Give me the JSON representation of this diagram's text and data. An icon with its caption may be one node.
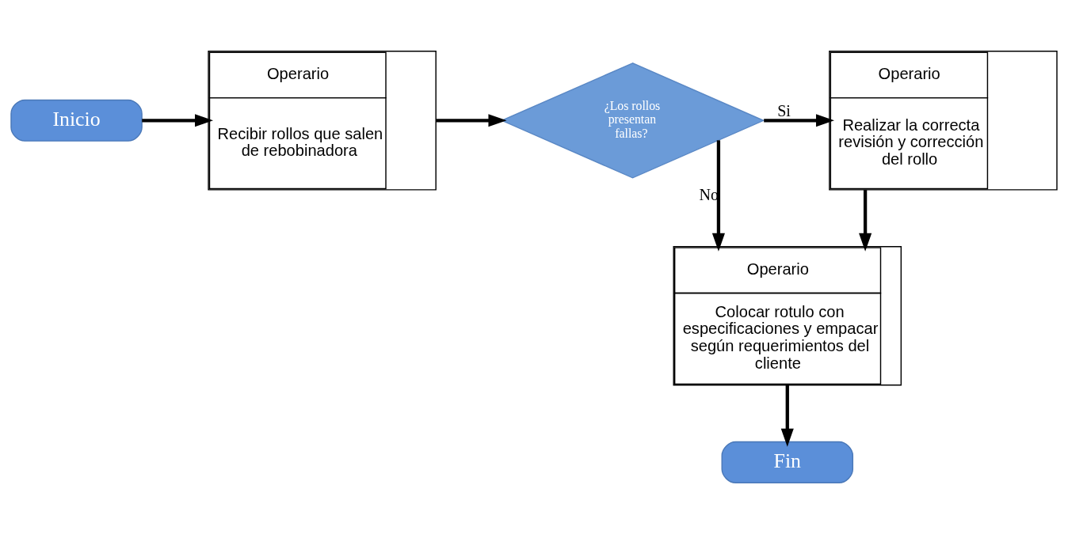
{
  "diagram": {
    "nodes": [
      {
        "text": [
          "Inicio"
        ]
      },
      {
        "text": [
          "Operario",
          "Recibir rollos que salen de rebobinadora"
        ]
      },
      {
        "text": [
          "¿Los rollos presentan fallas?"
        ]
      },
      {
        "text": [
          "Operario",
          "Realizar la correcta revisión y corrección del rollo"
        ]
      },
      {
        "text": [
          "Operario",
          "Colocar rotulo con especificaciones y empacar según requerimientos del cliente"
        ]
      },
      {
        "text": [
          "Fin"
        ]
      }
    ],
    "edges": [
      {
        "from": 0,
        "to": 1,
        "arrow": "to"
      },
      {
        "from": 1,
        "to": 2,
        "arrow": "to"
      },
      {
        "from": 2,
        "to": 3,
        "arrow": "to",
        "label": "Si"
      },
      {
        "from": 2,
        "to": 4,
        "arrow": "to",
        "label": "No"
      },
      {
        "from": 3,
        "to": 4,
        "arrow": "to"
      },
      {
        "from": 4,
        "to": 5,
        "arrow": "to"
      }
    ]
  }
}
